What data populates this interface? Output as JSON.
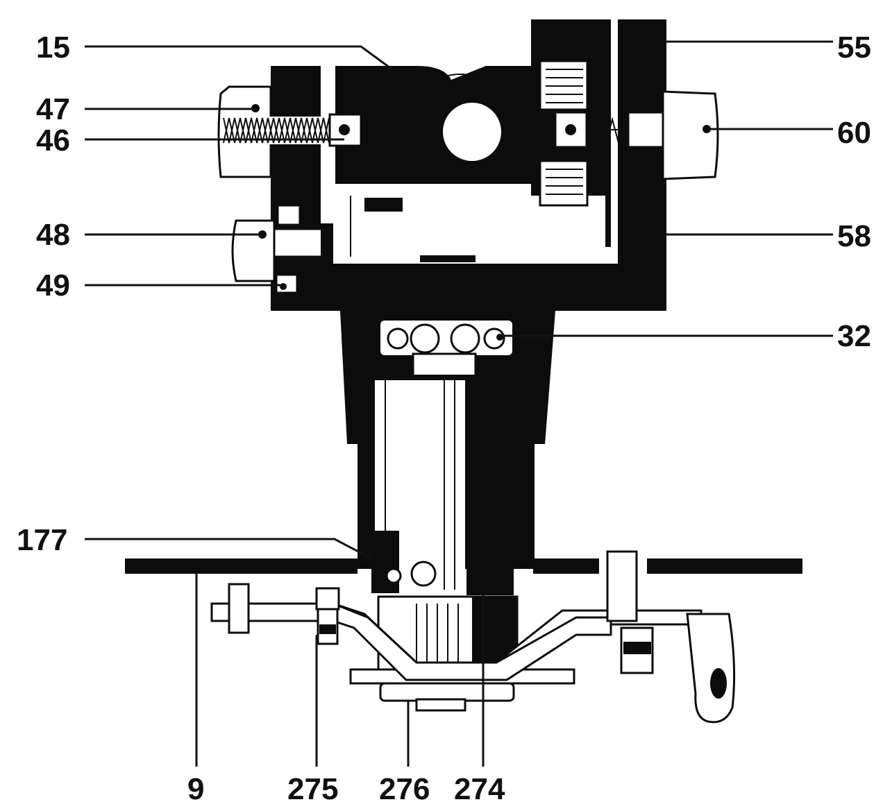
{
  "colors": {
    "ink": "#0c0c0c",
    "paper": "#ffffff"
  },
  "labels": {
    "l15": "15",
    "l47": "47",
    "l46": "46",
    "l48": "48",
    "l49": "49",
    "l177": "177",
    "l55": "55",
    "l60": "60",
    "l58": "58",
    "l32": "32",
    "l9": "9",
    "l275": "275",
    "l276": "276",
    "l274": "274"
  }
}
